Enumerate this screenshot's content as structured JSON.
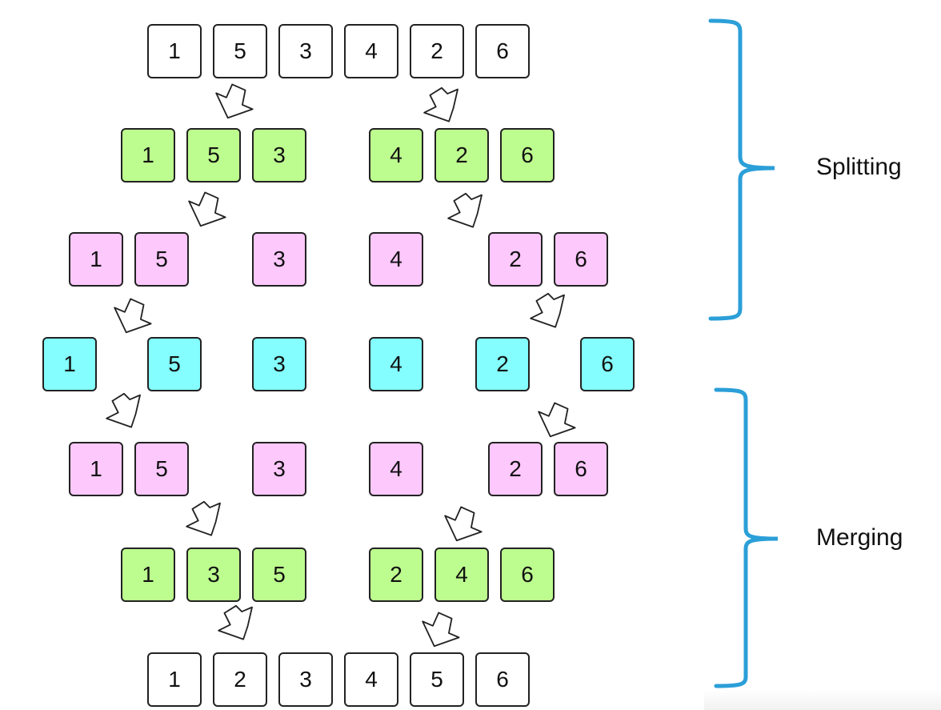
{
  "title": "Merge sort: splitting and merging",
  "colors": {
    "white": "#ffffff",
    "green": "#bdfc8e",
    "pink": "#fdc8fc",
    "cyan": "#84fefe",
    "brace": "#2b9fd8",
    "stroke": "#222222"
  },
  "rows": [
    {
      "stage": "input",
      "color": "white",
      "groups": [
        [
          "1",
          "5",
          "3",
          "4",
          "2",
          "6"
        ]
      ]
    },
    {
      "stage": "split-1",
      "color": "green",
      "groups": [
        [
          "1",
          "5",
          "3"
        ],
        [
          "4",
          "2",
          "6"
        ]
      ]
    },
    {
      "stage": "split-2",
      "color": "pink",
      "groups": [
        [
          "1",
          "5"
        ],
        [
          "3"
        ],
        [
          "4"
        ],
        [
          "2",
          "6"
        ]
      ]
    },
    {
      "stage": "split-3",
      "color": "cyan",
      "groups": [
        [
          "1"
        ],
        [
          "5"
        ],
        [
          "3"
        ],
        [
          "4"
        ],
        [
          "2"
        ],
        [
          "6"
        ]
      ]
    },
    {
      "stage": "merge-1",
      "color": "pink",
      "groups": [
        [
          "1",
          "5"
        ],
        [
          "3"
        ],
        [
          "4"
        ],
        [
          "2",
          "6"
        ]
      ]
    },
    {
      "stage": "merge-2",
      "color": "green",
      "groups": [
        [
          "1",
          "3",
          "5"
        ],
        [
          "2",
          "4",
          "6"
        ]
      ]
    },
    {
      "stage": "output",
      "color": "white",
      "groups": [
        [
          "1",
          "2",
          "3",
          "4",
          "5",
          "6"
        ]
      ]
    }
  ],
  "phases": [
    {
      "label": "Splitting",
      "rows": "input to split-3"
    },
    {
      "label": "Merging",
      "rows": "split-3 to output"
    }
  ]
}
